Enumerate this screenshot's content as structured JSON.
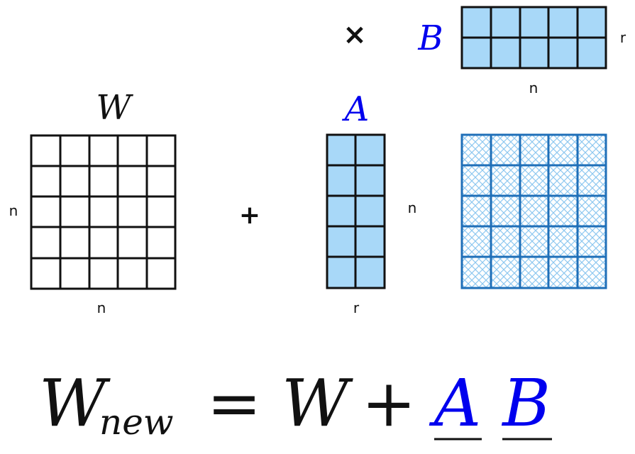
{
  "labels": {
    "w_matrix_label": "W",
    "a_matrix_label": "A",
    "b_matrix_label": "B",
    "w_rows": "n",
    "w_cols": "n",
    "a_rows": "n",
    "a_cols": "r",
    "b_rows": "r",
    "b_cols": "n",
    "plus": "+",
    "times": "×"
  },
  "formula": {
    "lhs": "W",
    "lhs_sub": "new",
    "equals": "=",
    "w": "W",
    "plus": "+",
    "a": "A",
    "b": "B"
  },
  "colors": {
    "black": "#111111",
    "blue_text": "#0000ee",
    "blue_fill": "#a8d8f8",
    "blue_grid": "#1f6fb8",
    "hatch": "#8ec8f0"
  },
  "matrices": {
    "W": {
      "rows": 5,
      "cols": 5
    },
    "A": {
      "rows": 5,
      "cols": 2
    },
    "B": {
      "rows": 2,
      "cols": 5
    },
    "product": {
      "rows": 5,
      "cols": 5
    }
  }
}
